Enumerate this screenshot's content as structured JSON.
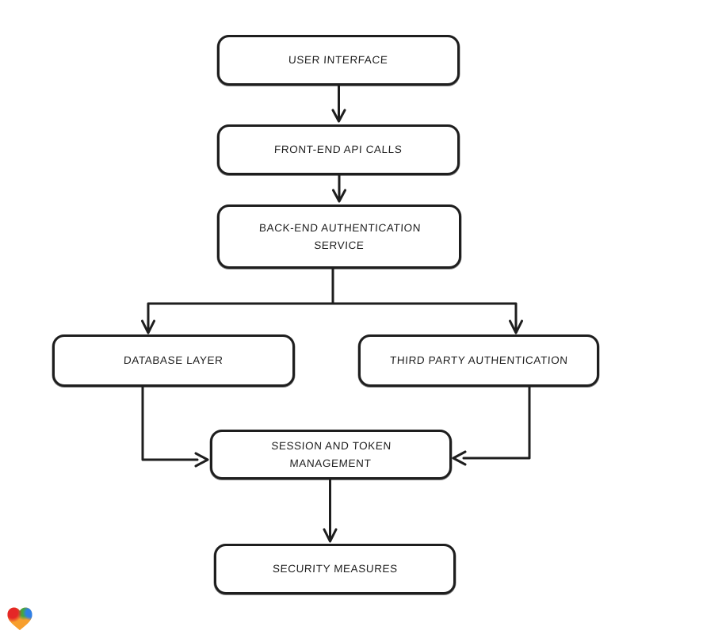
{
  "diagram": {
    "nodes": [
      {
        "id": "user-interface",
        "label": "USER INTERFACE"
      },
      {
        "id": "front-end-api-calls",
        "label": "FRONT-END API CALLS"
      },
      {
        "id": "back-end-authentication-service",
        "label": "BACK-END AUTHENTICATION SERVICE"
      },
      {
        "id": "database-layer",
        "label": "DATABASE LAYER"
      },
      {
        "id": "third-party-authentication",
        "label": "THIRD PARTY AUTHENTICATION"
      },
      {
        "id": "session-and-token-management",
        "label": "SESSION AND TOKEN MANAGEMENT"
      },
      {
        "id": "security-measures",
        "label": "SECURITY MEASURES"
      }
    ],
    "edges": [
      {
        "from": "user-interface",
        "to": "front-end-api-calls"
      },
      {
        "from": "front-end-api-calls",
        "to": "back-end-authentication-service"
      },
      {
        "from": "back-end-authentication-service",
        "to": "database-layer"
      },
      {
        "from": "back-end-authentication-service",
        "to": "third-party-authentication"
      },
      {
        "from": "database-layer",
        "to": "session-and-token-management"
      },
      {
        "from": "third-party-authentication",
        "to": "session-and-token-management"
      },
      {
        "from": "session-and-token-management",
        "to": "security-measures"
      }
    ],
    "style": {
      "stroke_color": "#1e1e1e",
      "node_fill": "#ffffff",
      "canvas_background": "#ffffff",
      "arrowhead": "open-v"
    }
  },
  "watermark": {
    "icon": "gradient-heart-logo",
    "colors": {
      "red": "#e52727",
      "green": "#44a63f",
      "blue": "#2e7fe6",
      "orange": "#f79f2e"
    }
  }
}
